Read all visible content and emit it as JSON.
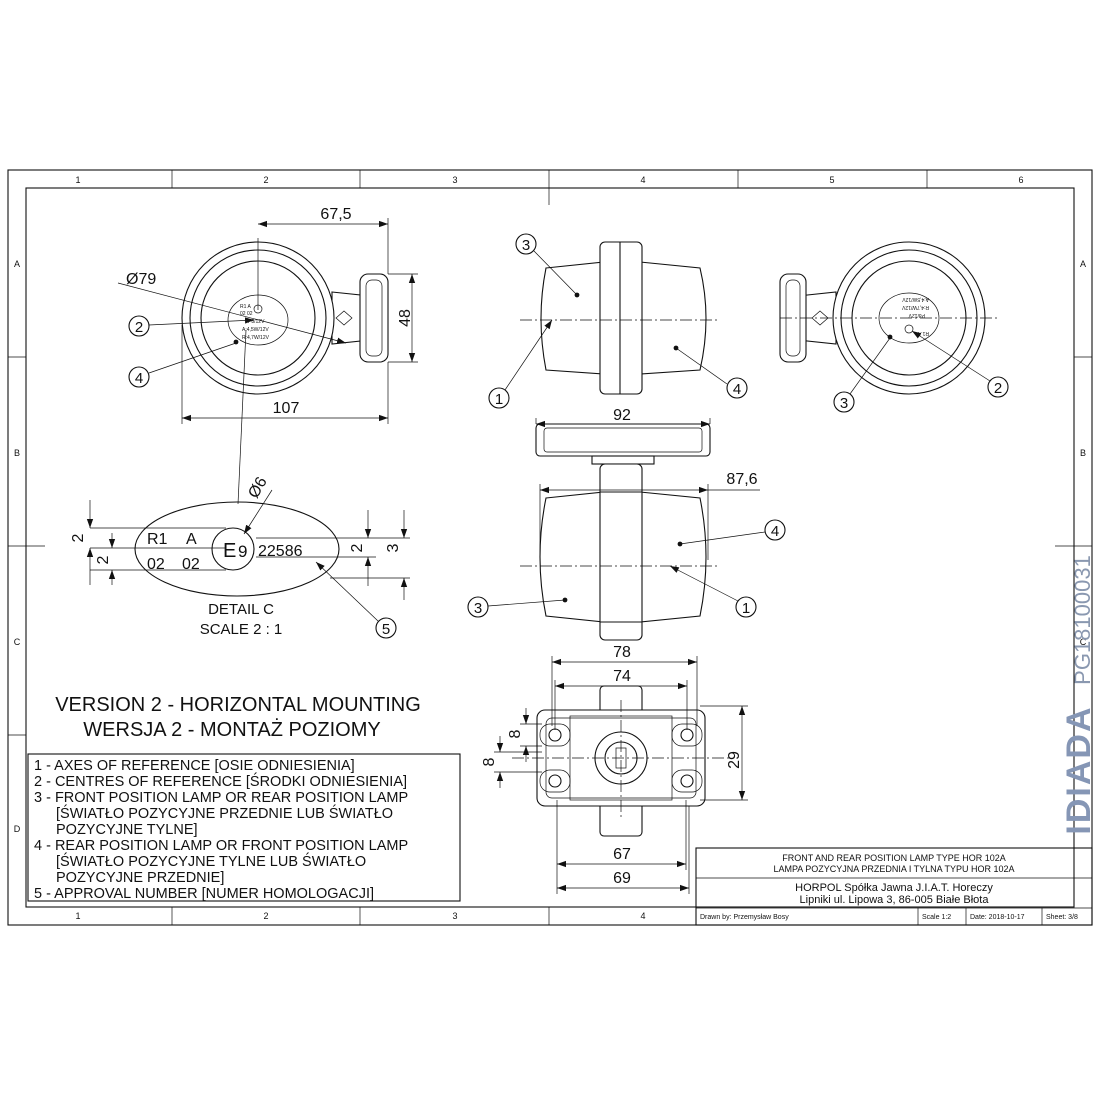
{
  "frame": {
    "zones_top": [
      "1",
      "2",
      "3",
      "4",
      "5",
      "6"
    ],
    "zones_bottom": [
      "1",
      "2",
      "3",
      "4"
    ],
    "zones_left": [
      "A",
      "B",
      "C",
      "D"
    ],
    "zones_right": [
      "A",
      "B",
      "C"
    ]
  },
  "watermark": {
    "logo": "IDIADA",
    "code": "PG18100031"
  },
  "front_view": {
    "dim_width": "67,5",
    "dim_diameter": "Ø79",
    "dim_height": "48",
    "dim_length": "107",
    "callouts": [
      "2",
      "4"
    ]
  },
  "side_view": {
    "callouts": [
      "3",
      "1",
      "4"
    ]
  },
  "rear_view": {
    "callouts": [
      "3",
      "2"
    ]
  },
  "top_view": {
    "dim_top": "92",
    "dim_length": "87,6",
    "callouts": [
      "4",
      "3",
      "1"
    ]
  },
  "base_view": {
    "dim_outer": "78",
    "dim_inner": "74",
    "dim_hole1": "8",
    "dim_hole2": "8",
    "dim_height": "29",
    "dim_bottom1": "67",
    "dim_bottom2": "69"
  },
  "detail": {
    "dim_diameter": "Ø6",
    "marking_r1": "R1",
    "marking_a": "A",
    "marking_02a": "02",
    "marking_02b": "02",
    "marking_e": "E",
    "marking_9": "9",
    "approval": "22586",
    "dim_left_a": "2",
    "dim_left_b": "2",
    "dim_right_a": "2",
    "dim_right_b": "3",
    "callout": "5",
    "title": "DETAIL C",
    "scale": "SCALE 2 : 1"
  },
  "version": {
    "line1": "VERSION 2 - HORIZONTAL MOUNTING",
    "line2": "WERSJA 2 - MONTAŻ POZIOMY"
  },
  "legend": [
    "1 - AXES OF REFERENCE [OSIE ODNIESIENIA]",
    "2 - CENTRES OF REFERENCE [ŚRODKI ODNIESIENIA]",
    "3 - FRONT POSITION LAMP OR REAR POSITION LAMP",
    "[ŚWIATŁO POZYCYJNE PRZEDNIE LUB ŚWIATŁO",
    "POZYCYJNE TYLNE]",
    "4 - REAR POSITION LAMP OR FRONT POSITION LAMP",
    "[ŚWIATŁO POZYCYJNE TYLNE LUB ŚWIATŁO",
    "POZYCYJNE PRZEDNIE]",
    "5 - APPROVAL NUMBER [NUMER HOMOLOGACJI]"
  ],
  "title_block": {
    "title_en": "FRONT AND REAR POSITION LAMP TYPE HOR 102A",
    "title_pl": "LAMPA POZYCYJNA PRZEDNIA I TYLNA TYPU HOR 102A",
    "company": "HORPOL Spółka Jawna   J.I.A.T. Horeczy",
    "address": "Lipniki ul. Lipowa 3, 86-005 Białe Błota",
    "drawn_by": "Drawn by:  Przemysław Bosy",
    "scale": "Scale  1:2",
    "date": "Date:  2018-10-17",
    "sheet": "Sheet:  3/8"
  }
}
